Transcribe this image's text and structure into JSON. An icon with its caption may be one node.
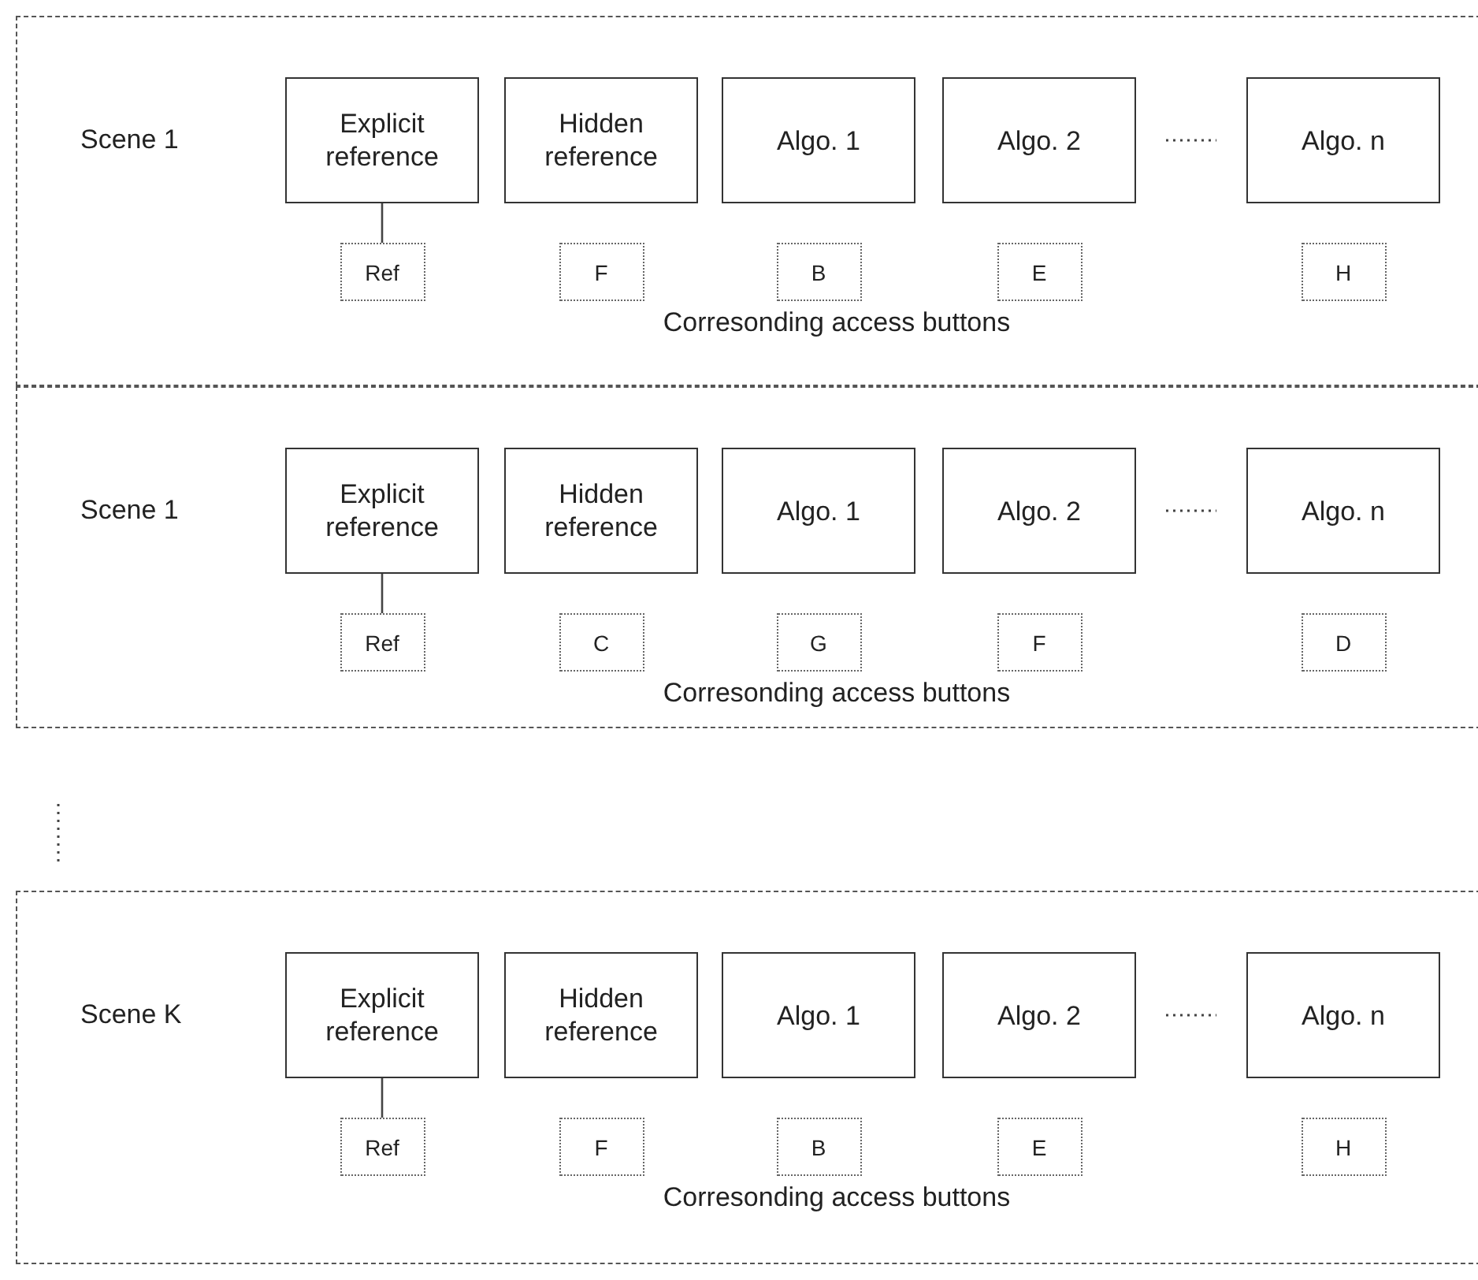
{
  "diagram": {
    "nodes": [
      {
        "text": [
          "Scene 1",
          "Corresonding access buttons"
        ]
      },
      {
        "text": [
          "Explicit reference"
        ],
        "in": 0
      },
      {
        "text": [
          "Hidden reference"
        ],
        "in": 0
      },
      {
        "text": [
          "Algo. 1"
        ],
        "in": 0
      },
      {
        "text": [
          "Algo. 2"
        ],
        "in": 0
      },
      {
        "text": [
          "Algo. n"
        ],
        "in": 0
      },
      {
        "text": [
          "Ref"
        ],
        "in": 0
      },
      {
        "text": [
          "F"
        ],
        "in": 0
      },
      {
        "text": [
          "B"
        ],
        "in": 0
      },
      {
        "text": [
          "E"
        ],
        "in": 0
      },
      {
        "text": [
          "H"
        ],
        "in": 0
      },
      {
        "text": [
          "Scene 1",
          "Corresonding access buttons"
        ]
      },
      {
        "text": [
          "Explicit reference"
        ],
        "in": 11
      },
      {
        "text": [
          "Hidden reference"
        ],
        "in": 11
      },
      {
        "text": [
          "Algo. 1"
        ],
        "in": 11
      },
      {
        "text": [
          "Algo. 2"
        ],
        "in": 11
      },
      {
        "text": [
          "Algo. n"
        ],
        "in": 11
      },
      {
        "text": [
          "Ref"
        ],
        "in": 11
      },
      {
        "text": [
          "C"
        ],
        "in": 11
      },
      {
        "text": [
          "G"
        ],
        "in": 11
      },
      {
        "text": [
          "F"
        ],
        "in": 11
      },
      {
        "text": [
          "D"
        ],
        "in": 11
      },
      {
        "text": [
          "Scene K",
          "Corresonding access buttons"
        ]
      },
      {
        "text": [
          "Explicit reference"
        ],
        "in": 22
      },
      {
        "text": [
          "Hidden reference"
        ],
        "in": 22
      },
      {
        "text": [
          "Algo. 1"
        ],
        "in": 22
      },
      {
        "text": [
          "Algo. 2"
        ],
        "in": 22
      },
      {
        "text": [
          "Algo. n"
        ],
        "in": 22
      },
      {
        "text": [
          "Ref"
        ],
        "in": 22
      },
      {
        "text": [
          "F"
        ],
        "in": 22
      },
      {
        "text": [
          "B"
        ],
        "in": 22
      },
      {
        "text": [
          "E"
        ],
        "in": 22
      },
      {
        "text": [
          "H"
        ],
        "in": 22
      }
    ],
    "edges": [
      {
        "from": 1,
        "to": 6,
        "arrow": "none"
      },
      {
        "from": 12,
        "to": 17,
        "arrow": "none"
      },
      {
        "from": 23,
        "to": 28,
        "arrow": "none"
      }
    ]
  }
}
